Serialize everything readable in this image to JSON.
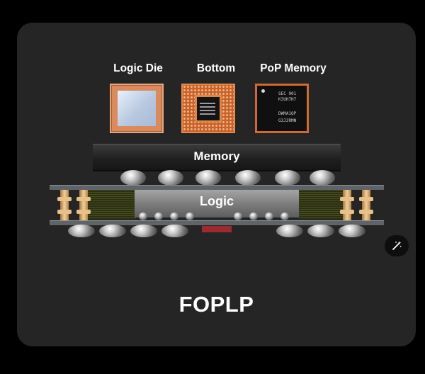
{
  "diagram": {
    "labels": {
      "logic_die": "Logic Die",
      "bottom": "Bottom",
      "pop_memory": "PoP Memory"
    },
    "pop_chip_markings": [
      "SEC 901",
      "K3UH7H7",
      "DWMA1QP",
      "G3J2RMN"
    ],
    "layers": {
      "memory": "Memory",
      "logic": "Logic"
    },
    "title": "FOPLP"
  },
  "controls": {
    "enhance_icon": "magic-wand-icon"
  },
  "colors": {
    "background": "#000000",
    "card": "#252525",
    "copper": "#c8612d",
    "text": "#ffffff"
  }
}
